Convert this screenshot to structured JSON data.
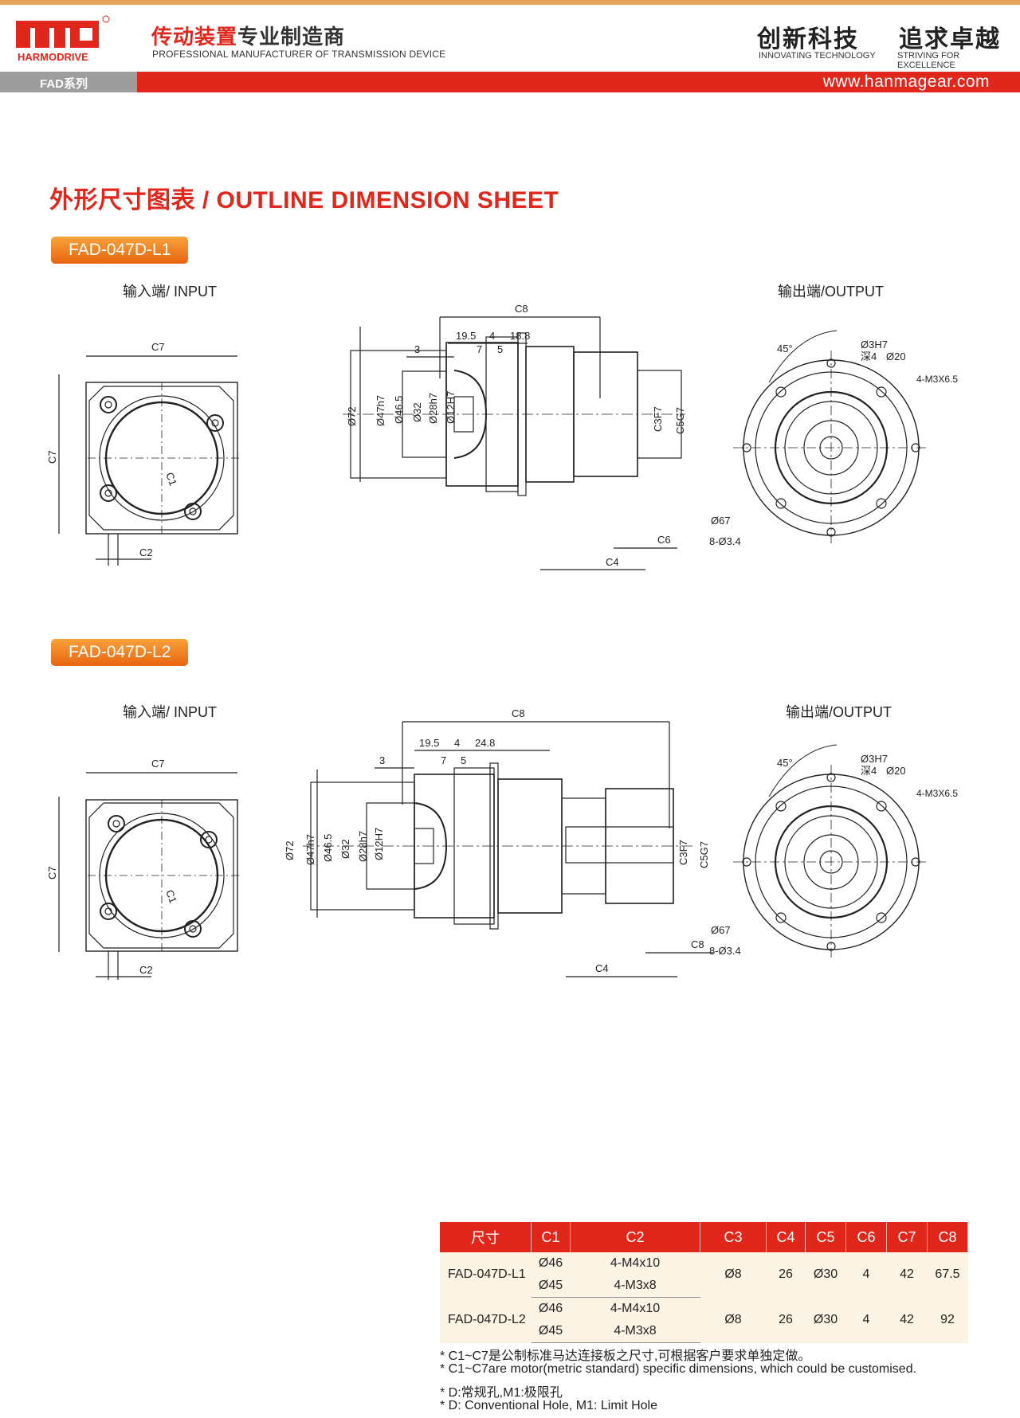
{
  "header": {
    "logo_text": "hmd",
    "brand": "HARMODRIVE",
    "tagline_cn_red": "传动装置",
    "tagline_cn_dark": "专业制造商",
    "tagline_en": "PROFESSIONAL MANUFACTURER OF TRANSMISSION DEVICE",
    "motto1_cn": "创新科技",
    "motto1_en": "INNOVATING TECHNOLOGY",
    "motto2_cn": "追求卓越",
    "motto2_en": "STRIVING FOR EXCELLENCE",
    "series": "FAD系列",
    "website": "www.hanmagear.com"
  },
  "title": "外形尺寸图表 / OUTLINE DIMENSION SHEET",
  "views": {
    "input": "输入端/ INPUT",
    "output": "输出端/OUTPUT"
  },
  "drawings": [
    {
      "model": "FAD-047D-L1",
      "front": {
        "c7": "C7",
        "c1": "C1",
        "c2": "C2"
      },
      "side": {
        "c8": "C8",
        "d1": "19.5",
        "d2": "4",
        "d3": "18.8",
        "d4": "3",
        "d5": "7",
        "d6": "5",
        "phi72": "Ø72",
        "phi47": "Ø47h7",
        "phi465": "Ø46.5",
        "phi32": "Ø32",
        "phi28": "Ø28h7",
        "phi12": "Ø12H7",
        "c3": "C3F7",
        "c5": "C5G7",
        "c6": "C6",
        "c4": "C4"
      },
      "output": {
        "angle": "45°",
        "pin": "Ø3H7",
        "depth": "深4",
        "phi20": "Ø20",
        "thread": "4-M3X6.5",
        "phi67": "Ø67",
        "holes": "8-Ø3.4"
      }
    },
    {
      "model": "FAD-047D-L2",
      "front": {
        "c7": "C7",
        "c1": "C1",
        "c2": "C2"
      },
      "side": {
        "c8": "C8",
        "d1": "19.5",
        "d2": "4",
        "d3": "24.8",
        "d4": "3",
        "d5": "7",
        "d6": "5",
        "phi72": "Ø72",
        "phi47": "Ø47h7",
        "phi465": "Ø46.5",
        "phi32": "Ø32",
        "phi28": "Ø28h7",
        "phi12": "Ø12H7",
        "c3": "C3F7",
        "c5": "C5G7",
        "c6": "C8",
        "c4": "C4"
      },
      "output": {
        "angle": "45°",
        "pin": "Ø3H7",
        "depth": "深4",
        "phi20": "Ø20",
        "thread": "4-M3X6.5",
        "phi67": "Ø67",
        "holes": "8-Ø3.4"
      }
    }
  ],
  "table": {
    "headers": [
      "尺寸",
      "C1",
      "C2",
      "C3",
      "C4",
      "C5",
      "C6",
      "C7",
      "C8"
    ],
    "rows": [
      {
        "model": "FAD-047D-L1",
        "c1": [
          "Ø46",
          "Ø45"
        ],
        "c2": [
          "4-M4x10",
          "4-M3x8"
        ],
        "c3": "Ø8",
        "c4": "26",
        "c5": "Ø30",
        "c6": "4",
        "c7": "42",
        "c8": "67.5"
      },
      {
        "model": "FAD-047D-L2",
        "c1": [
          "Ø46",
          "Ø45"
        ],
        "c2": [
          "4-M4x10",
          "4-M3x8"
        ],
        "c3": "Ø8",
        "c4": "26",
        "c5": "Ø30",
        "c6": "4",
        "c7": "42",
        "c8": "92"
      }
    ]
  },
  "notes": [
    "* C1~C7是公制标准马达连接板之尺寸,可根据客户要求单独定做。",
    "* C1~C7are motor(metric standard)  specific dimensions, which could be customised.",
    "* D:常规孔,M1:极限孔",
    "* D: Conventional Hole, M1: Limit Hole"
  ]
}
